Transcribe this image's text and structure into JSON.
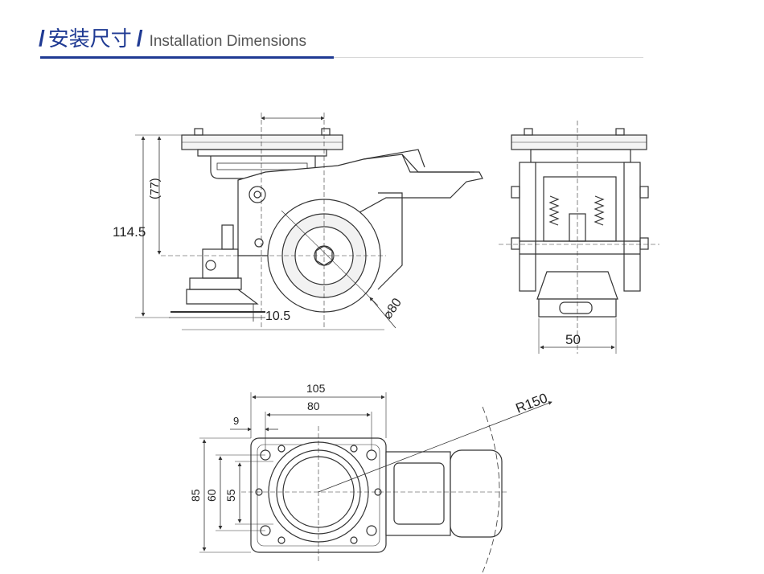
{
  "header": {
    "slash": "/",
    "title_cn": "安装尺寸",
    "title_en": "Installation Dimensions",
    "accent_color": "#1f3a93"
  },
  "side_view": {
    "height_total": "114.5",
    "height_inner": "(77)",
    "lift_gap": "10.5",
    "wheel_diameter": "⌀80"
  },
  "front_view": {
    "pad_width": "50"
  },
  "top_view": {
    "plate_length": "105",
    "bolt_spacing_x": "80",
    "edge_offset": "9",
    "plate_width": "85",
    "bolt_spacing_y": "60",
    "inner_width": "55",
    "swivel_radius": "R150"
  }
}
